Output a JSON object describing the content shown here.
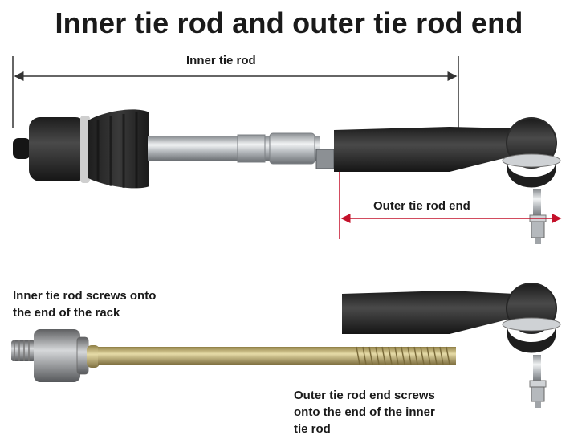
{
  "title": "Inner tie rod and outer tie rod end",
  "dimensions": {
    "inner_label": "Inner tie rod",
    "outer_label": "Outer tie rod  end"
  },
  "notes": {
    "inner_line1": "Inner tie rod screws onto",
    "inner_line2": "the end of the rack",
    "outer_line1": "Outer tie rod end screws",
    "outer_line2": "onto the end of the inner",
    "outer_line3": "tie rod"
  },
  "colors": {
    "dimension_line": "#c4102a",
    "text": "#1a1a1a",
    "rubber": "#2b2b2b",
    "steel": "#c8ccd0",
    "brass": "#c9b97a"
  }
}
